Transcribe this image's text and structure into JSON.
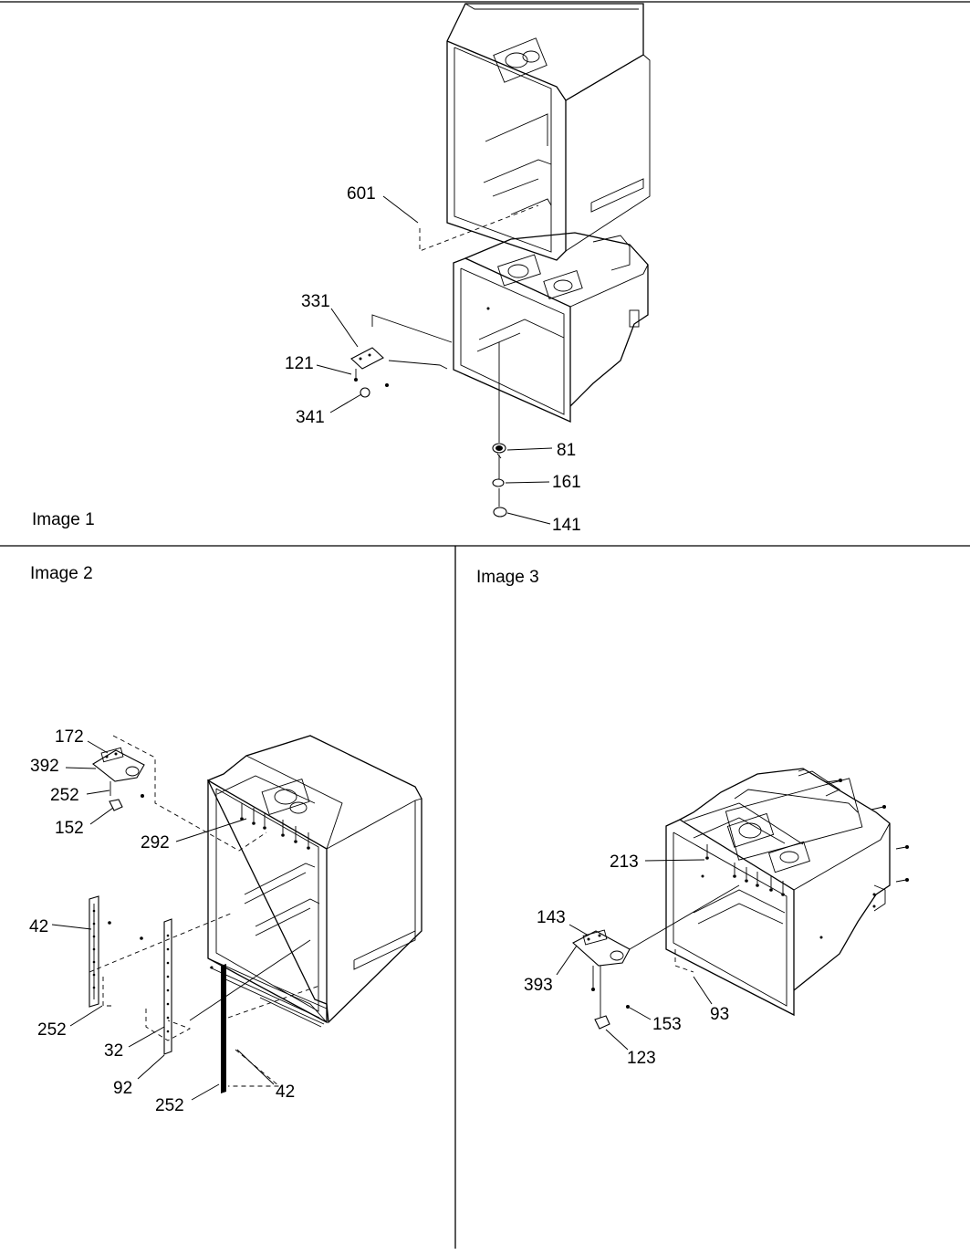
{
  "panels": {
    "image1": {
      "label": "Image 1"
    },
    "image2": {
      "label": "Image 2"
    },
    "image3": {
      "label": "Image 3"
    }
  },
  "callouts": {
    "image1": [
      "601",
      "331",
      "121",
      "341",
      "81",
      "161",
      "141"
    ],
    "image2": [
      "172",
      "392",
      "252",
      "152",
      "292",
      "42",
      "252",
      "32",
      "92",
      "252",
      "42"
    ],
    "image3": [
      "213",
      "143",
      "393",
      "153",
      "93",
      "123"
    ]
  },
  "colors": {
    "ink": "#000000",
    "paper": "#ffffff"
  }
}
